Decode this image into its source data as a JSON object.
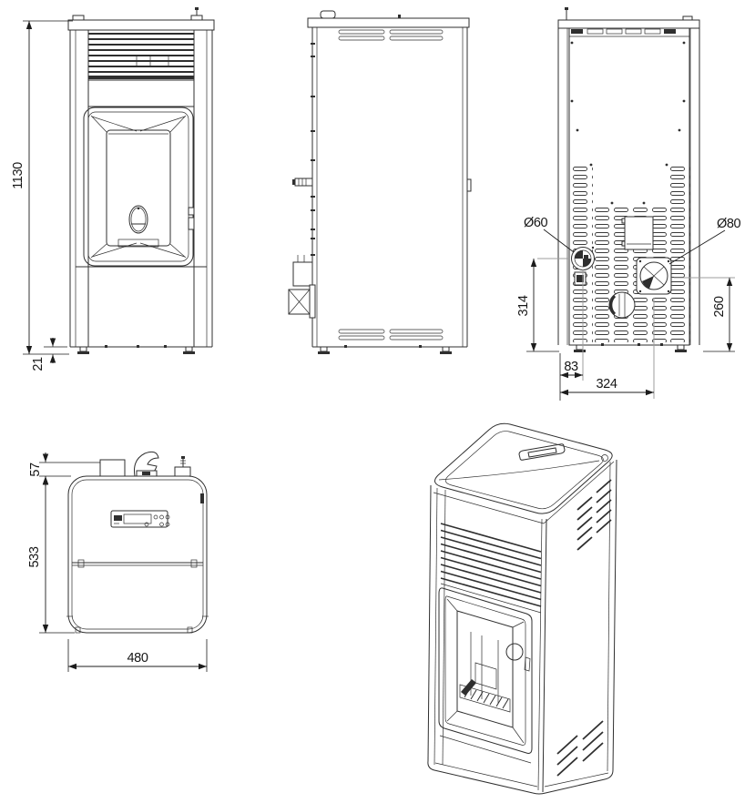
{
  "page": {
    "background_color": "#ffffff",
    "ink_color": "#2f2f2f",
    "extension_line_color": "#9c9c9c"
  },
  "drawing": {
    "subject": "pellet-stove-multiview-technical-drawing",
    "views": [
      {
        "id": "front-view"
      },
      {
        "id": "side-view"
      },
      {
        "id": "rear-view"
      },
      {
        "id": "top-view"
      },
      {
        "id": "isometric-view"
      }
    ],
    "dimensions": {
      "front": {
        "overall_height": "1130",
        "foot_height": "21"
      },
      "rear": {
        "air_inlet_diameter": "Ø60",
        "flue_outlet_diameter": "Ø80",
        "air_inlet_center_height": "314",
        "flue_outlet_center_height": "260",
        "air_inlet_center_offset": "83",
        "flue_outlet_center_offset": "324"
      },
      "top": {
        "rear_projection_depth": "57",
        "body_depth": "533",
        "body_width": "480"
      }
    }
  }
}
